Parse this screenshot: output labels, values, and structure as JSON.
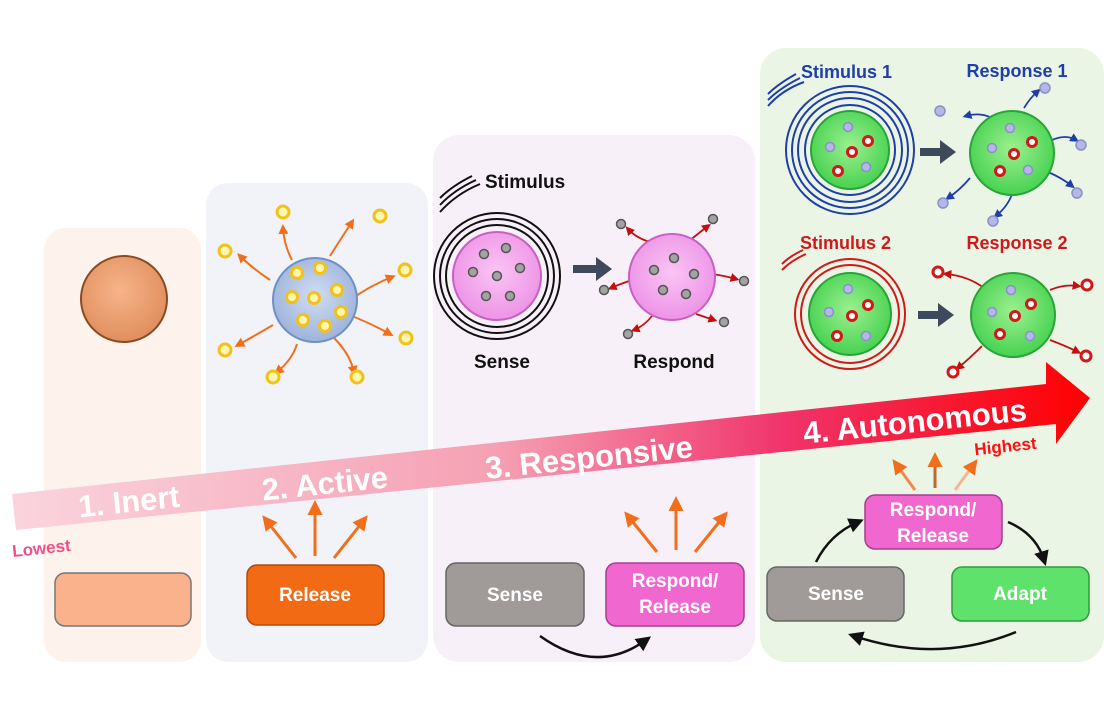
{
  "colors": {
    "inert_panel": "#fdf2ec",
    "active_panel": "#f1f3f8",
    "responsive_panel": "#f8f0f8",
    "autonomous_panel": "#ebf5e6",
    "arrow_light": "#f9cdd8",
    "arrow_strong": "#ff0000",
    "orange": "#f26e1b",
    "pink": "#f06ac8",
    "gray": "#9d9898",
    "green": "#5fe26b",
    "blue": "#1f3fa8",
    "red": "#d01919"
  },
  "progress_arrow": {
    "stages": [
      {
        "label": "1. Inert"
      },
      {
        "label": "2. Active"
      },
      {
        "label": "3. Responsive"
      },
      {
        "label": "4. Autonomous"
      }
    ],
    "start_label": "Lowest",
    "end_label": "Highest"
  },
  "panels": {
    "inert": {
      "box_label": ""
    },
    "active": {
      "box_label": "Release"
    },
    "responsive": {
      "stimulus_label": "Stimulus",
      "sense_label": "Sense",
      "respond_label": "Respond",
      "box_sense": "Sense",
      "box_respond_line1": "Respond/",
      "box_respond_line2": "Release"
    },
    "autonomous": {
      "stimulus1_label": "Stimulus 1",
      "response1_label": "Response 1",
      "stimulus2_label": "Stimulus 2",
      "response2_label": "Response 2",
      "box_respond_line1": "Respond/",
      "box_respond_line2": "Release",
      "box_sense": "Sense",
      "box_adapt": "Adapt"
    }
  }
}
